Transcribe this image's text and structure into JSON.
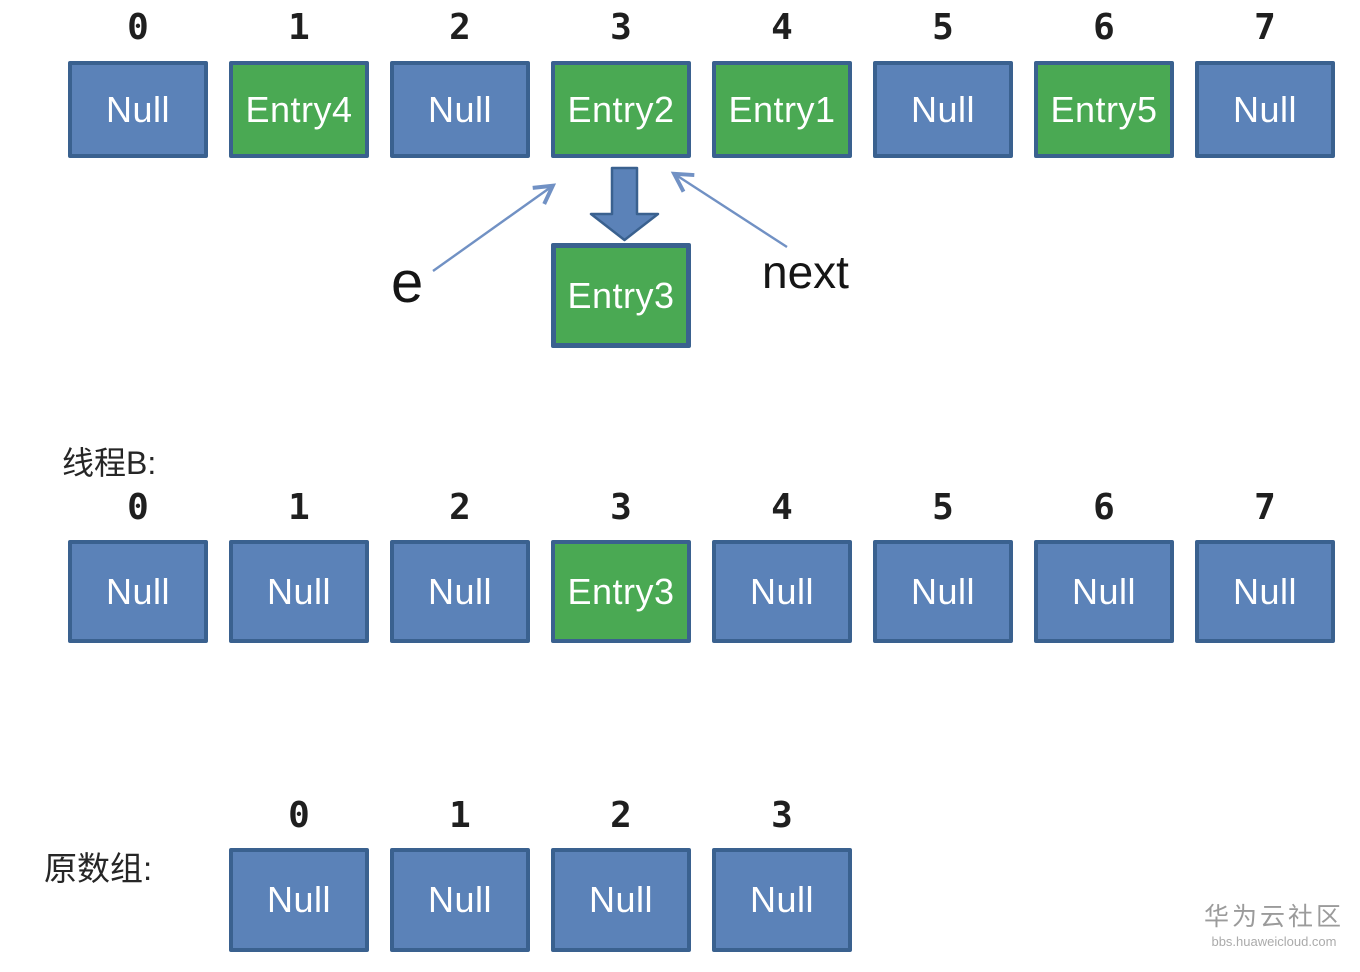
{
  "colors": {
    "cell_null_blue": "#5b82b8",
    "cell_entry_green": "#4aa953",
    "cell_border": "#3a618f",
    "block_arrow_fill": "#5b82b8",
    "block_arrow_border": "#3a618f",
    "thin_arrow": "#7191c4",
    "index_text": "#1f1f1f",
    "watermark_gray": "#9b9b9b"
  },
  "top_array": {
    "indices": [
      "0",
      "1",
      "2",
      "3",
      "4",
      "5",
      "6",
      "7"
    ],
    "cells": [
      {
        "label": "Null",
        "type": "null"
      },
      {
        "label": "Entry4",
        "type": "entry"
      },
      {
        "label": "Null",
        "type": "null"
      },
      {
        "label": "Entry2",
        "type": "entry"
      },
      {
        "label": "Entry1",
        "type": "entry"
      },
      {
        "label": "Null",
        "type": "null"
      },
      {
        "label": "Entry5",
        "type": "entry"
      },
      {
        "label": "Null",
        "type": "null"
      }
    ]
  },
  "detached_node": {
    "label": "Entry3",
    "type": "entry"
  },
  "pointers": {
    "e_label": "e",
    "next_label": "next"
  },
  "thread_b": {
    "title": "线程B:",
    "indices": [
      "0",
      "1",
      "2",
      "3",
      "4",
      "5",
      "6",
      "7"
    ],
    "cells": [
      {
        "label": "Null",
        "type": "null"
      },
      {
        "label": "Null",
        "type": "null"
      },
      {
        "label": "Null",
        "type": "null"
      },
      {
        "label": "Entry3",
        "type": "entry"
      },
      {
        "label": "Null",
        "type": "null"
      },
      {
        "label": "Null",
        "type": "null"
      },
      {
        "label": "Null",
        "type": "null"
      },
      {
        "label": "Null",
        "type": "null"
      }
    ]
  },
  "original_array": {
    "title": "原数组:",
    "indices": [
      "0",
      "1",
      "2",
      "3"
    ],
    "cells": [
      {
        "label": "Null",
        "type": "null"
      },
      {
        "label": "Null",
        "type": "null"
      },
      {
        "label": "Null",
        "type": "null"
      },
      {
        "label": "Null",
        "type": "null"
      }
    ]
  },
  "watermark": {
    "title": "华为云社区",
    "subtitle": "bbs.huaweicloud.com"
  }
}
